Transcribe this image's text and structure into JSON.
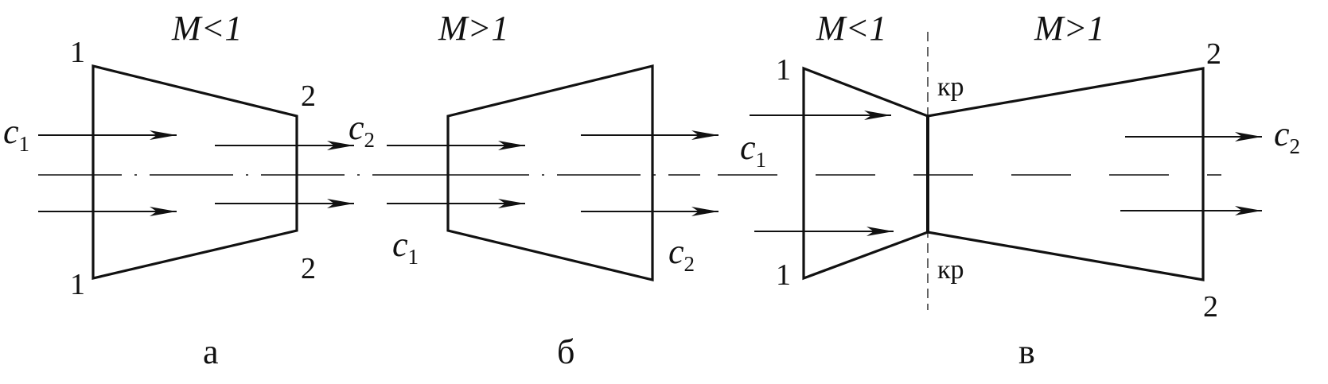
{
  "panel_a": {
    "mach": "M<1",
    "st_in_top": "1",
    "st_in_bot": "1",
    "st_out_top": "2",
    "st_out_bot": "2",
    "vel_in": "c",
    "vel_in_sub": "1",
    "vel_out": "c",
    "vel_out_sub": "2",
    "caption": "а"
  },
  "panel_b": {
    "mach": "M>1",
    "vel_in": "c",
    "vel_in_sub": "1",
    "vel_out": "c",
    "vel_out_sub": "2",
    "caption": "б"
  },
  "panel_c": {
    "mach_left": "M<1",
    "mach_right": "M>1",
    "st_in_top": "1",
    "st_in_bot": "1",
    "st_out_top": "2",
    "st_out_bot": "2",
    "crit_top": "кр",
    "crit_bot": "кр",
    "vel_in": "c",
    "vel_in_sub": "1",
    "vel_out": "c",
    "vel_out_sub": "2",
    "caption": "в"
  }
}
